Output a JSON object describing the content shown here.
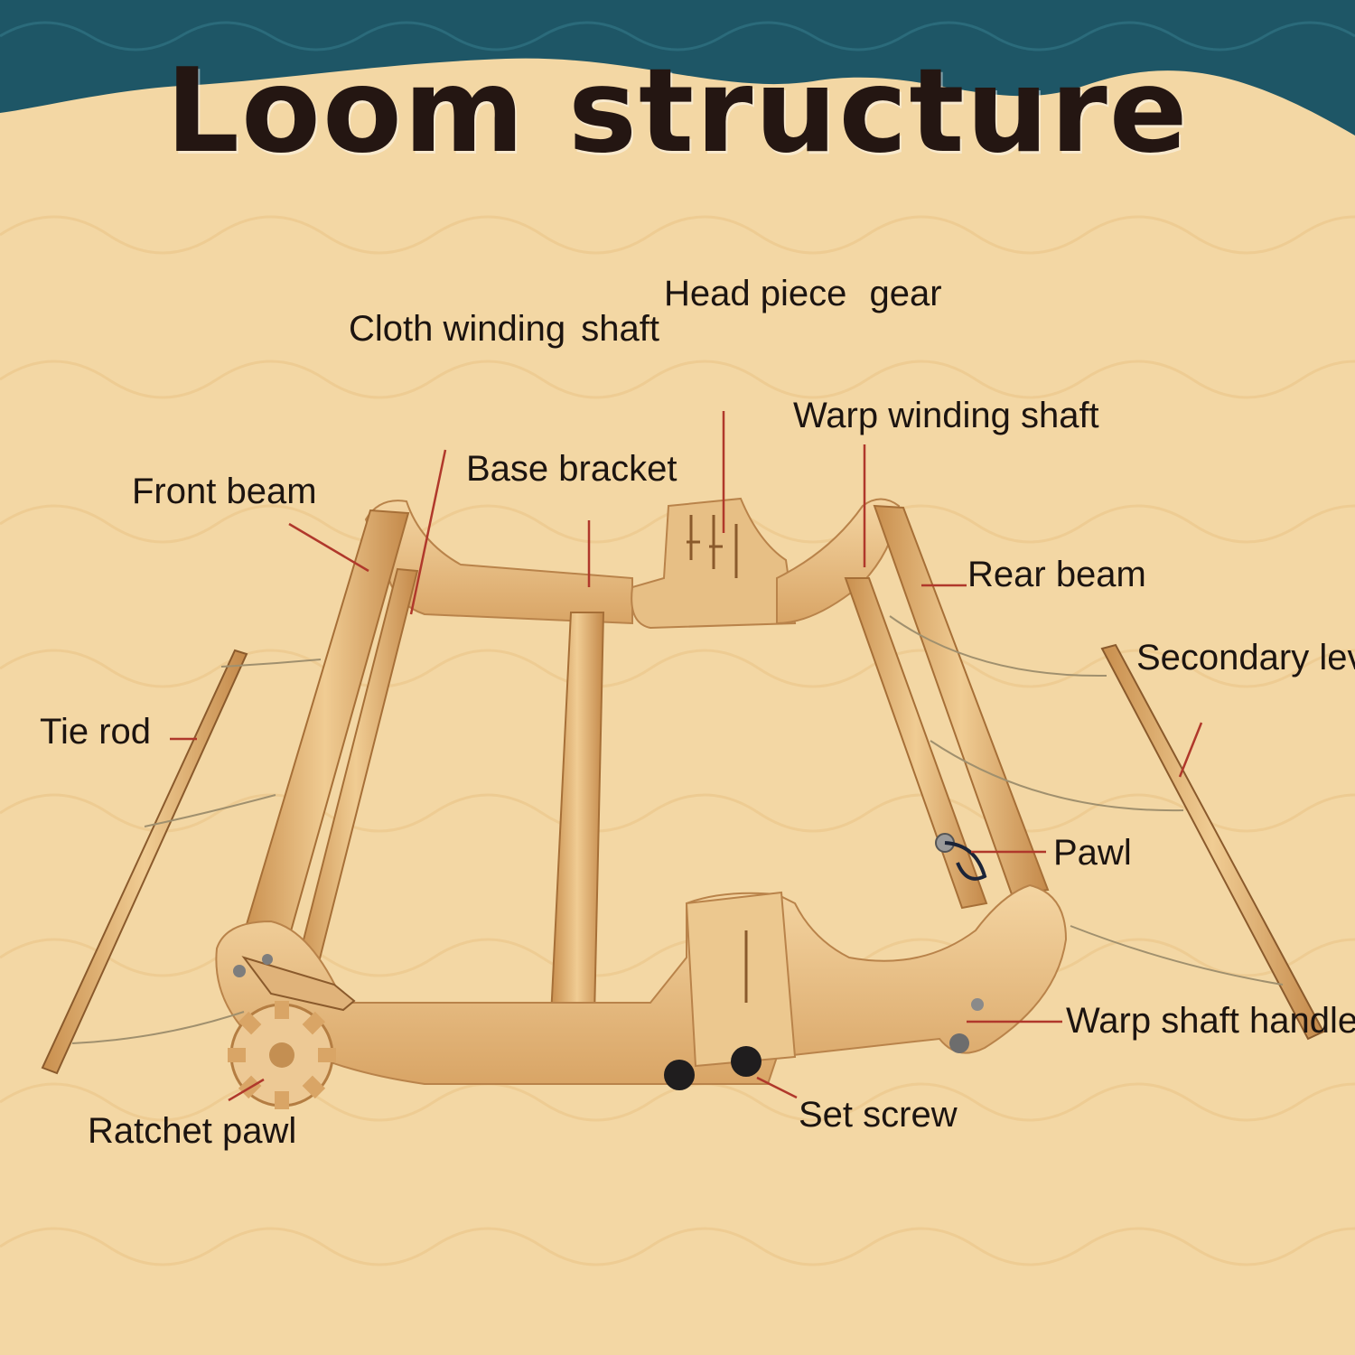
{
  "title": "Loom structure",
  "colors": {
    "banner": "#1e5666",
    "background": "#f3d7a4",
    "wood": "#e3b87c",
    "leader_line": "#b0382b",
    "text": "#1c1410"
  },
  "labels": {
    "head_piece_gear": [
      "Head",
      "piece",
      "gear"
    ],
    "cloth_winding_shaft": [
      "Cloth",
      "winding",
      "shaft"
    ],
    "warp_winding_shaft": "Warp winding shaft",
    "base_bracket": "Base bracket",
    "front_beam": "Front beam",
    "rear_beam": "Rear beam",
    "secondary_lever": [
      "Secondary",
      "lever"
    ],
    "tie_rod": "Tie rod",
    "pawl": "Pawl",
    "warp_shaft_handle": [
      "Warp shaft",
      "handle"
    ],
    "set_screw": "Set screw",
    "ratchet_pawl": "Ratchet pawl"
  }
}
